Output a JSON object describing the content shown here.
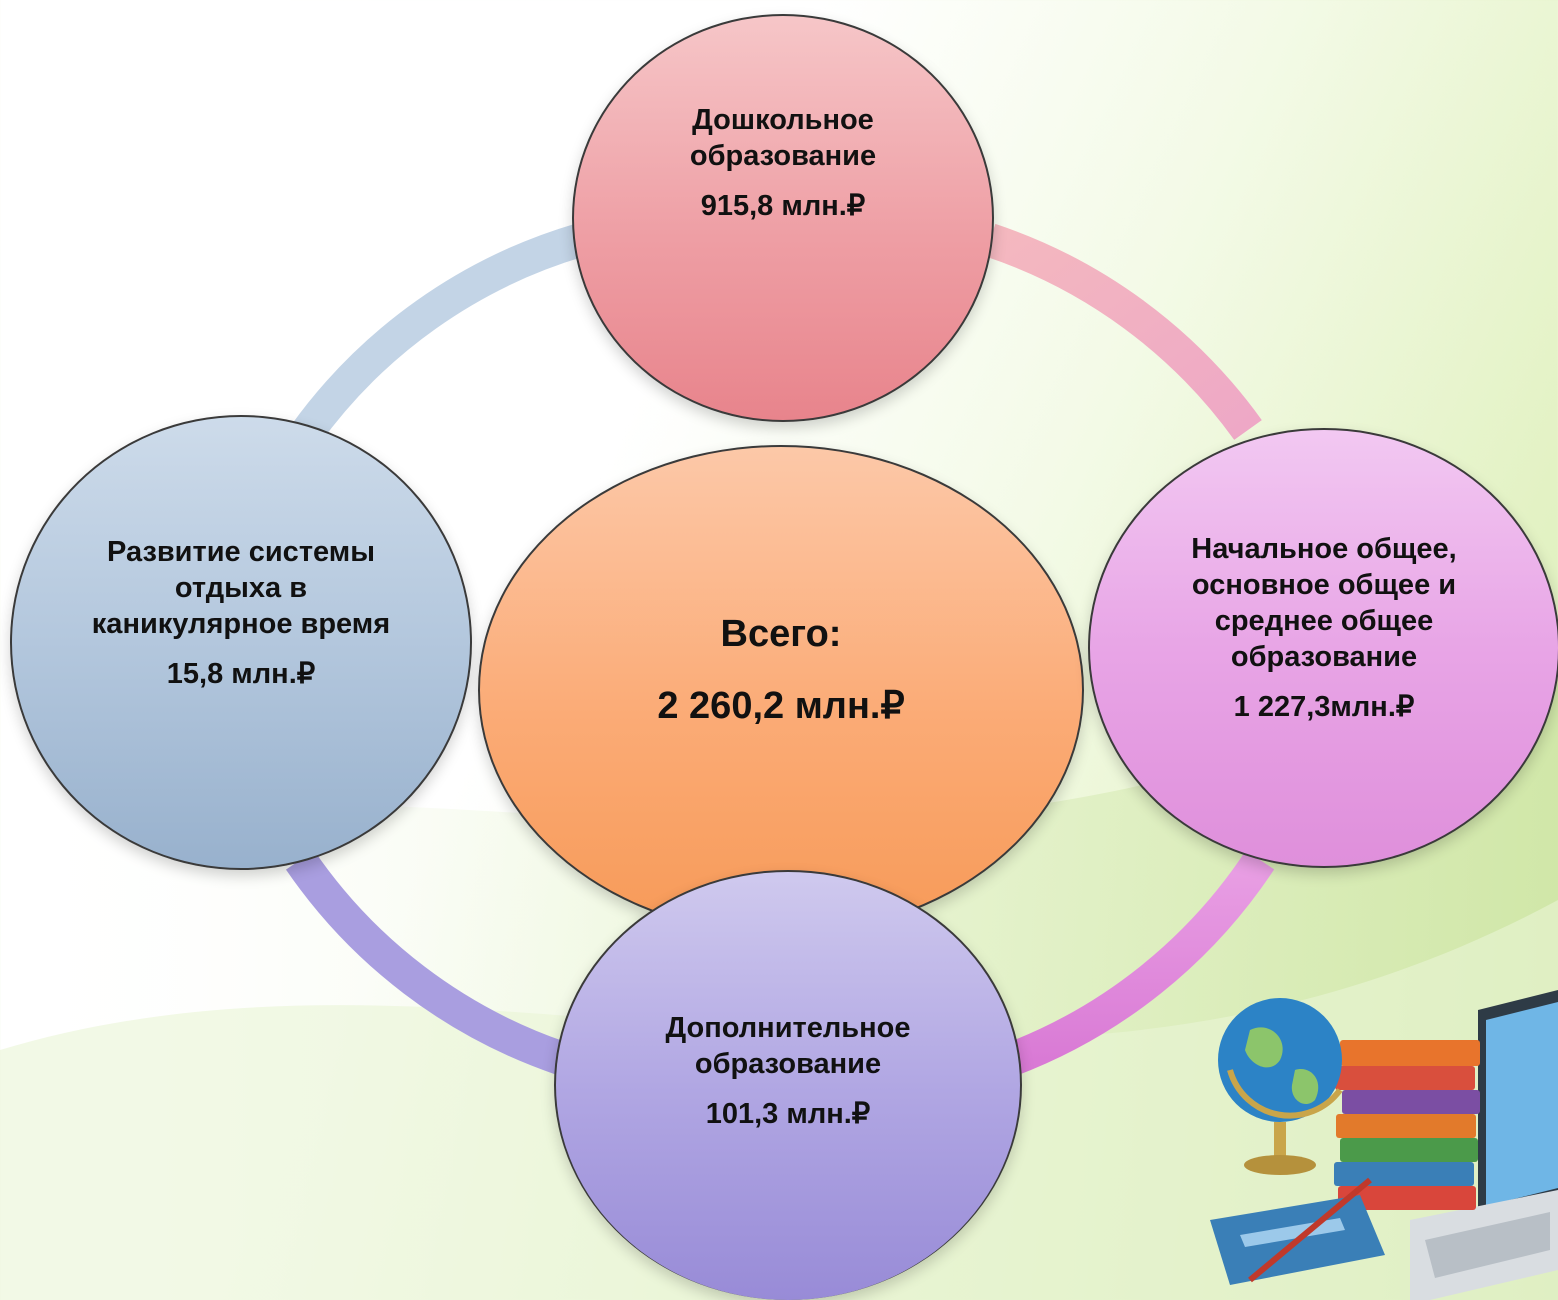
{
  "diagram": {
    "center": {
      "title": "Всего:",
      "value": "2 260,2 млн.₽"
    },
    "nodes": [
      {
        "id": "top",
        "label": "Дошкольное образование",
        "value": "915,8 млн.₽"
      },
      {
        "id": "right",
        "label": "Начальное общее, основное общее и среднее общее образование",
        "value": "1 227,3млн.₽"
      },
      {
        "id": "bottom",
        "label": "Дополнительное образование",
        "value": "101,3 млн.₽"
      },
      {
        "id": "left",
        "label": "Развитие системы отдыха в каникулярное время",
        "value": "15,8 млн.₽"
      }
    ]
  },
  "colors": {
    "top": "#ee9ea4",
    "right": "#e8a5e6",
    "bottom": "#b1a7e3",
    "left": "#b3c7dd",
    "center": "#fbab76"
  }
}
